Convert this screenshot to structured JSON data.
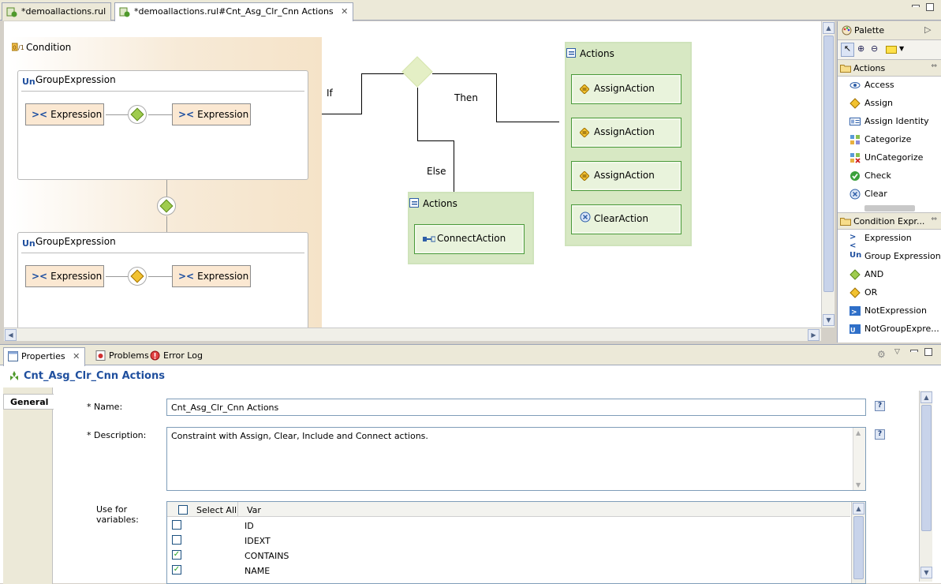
{
  "editor_tabs": [
    {
      "label": "*demoallactions.rul"
    },
    {
      "label": "*demoallactions.rul#Cnt_Asg_Clr_Cnn Actions"
    }
  ],
  "diagram": {
    "condition_title": "Condition",
    "groups": [
      {
        "title": "GroupExpression",
        "left_expr": "Expression",
        "right_expr": "Expression",
        "operator": "and-icon"
      },
      {
        "title": "GroupExpression",
        "left_expr": "Expression",
        "right_expr": "Expression",
        "operator": "or-icon"
      }
    ],
    "branch_labels": {
      "if": "If",
      "then": "Then",
      "else": "Else"
    },
    "else_actions": {
      "title": "Actions",
      "items": [
        "ConnectAction"
      ]
    },
    "then_actions": {
      "title": "Actions",
      "items": [
        "AssignAction",
        "AssignAction",
        "AssignAction",
        "ClearAction"
      ]
    }
  },
  "palette": {
    "title": "Palette",
    "sections": [
      {
        "title": "Actions",
        "items": [
          "Access",
          "Assign",
          "Assign Identity",
          "Categorize",
          "UnCategorize",
          "Check",
          "Clear"
        ]
      },
      {
        "title": "Condition Expr...",
        "items": [
          "Expression",
          "Group Expression",
          "AND",
          "OR",
          "NotExpression",
          "NotGroupExpre..."
        ]
      }
    ]
  },
  "bottom_tabs": [
    {
      "label": "Properties"
    },
    {
      "label": "Problems"
    },
    {
      "label": "Error Log"
    }
  ],
  "properties": {
    "header": "Cnt_Asg_Clr_Cnn Actions",
    "side_tab": "General",
    "name_label": "Name:",
    "name_value": "Cnt_Asg_Clr_Cnn Actions",
    "desc_label": "Description:",
    "desc_value": "Constraint with Assign, Clear, Include and Connect actions.",
    "vars_label": "Use for variables:",
    "required_mark": "*",
    "help": "?",
    "table": {
      "select_all": "Select All",
      "col_var": "Var",
      "rows": [
        {
          "name": "ID",
          "checked": false
        },
        {
          "name": "IDEXT",
          "checked": false
        },
        {
          "name": "CONTAINS",
          "checked": true
        },
        {
          "name": "NAME",
          "checked": true
        }
      ]
    }
  },
  "colors": {
    "condition_bg": "#f5e3c8",
    "actions_bg": "#d7e8c3",
    "action_border": "#4a9a3a",
    "header_blue": "#1f4f9e"
  }
}
